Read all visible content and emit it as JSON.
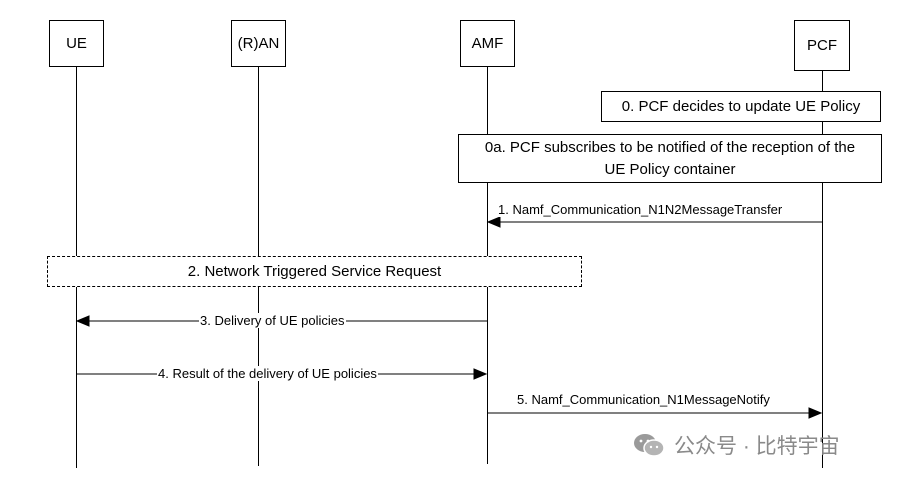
{
  "entities": [
    {
      "id": "ue",
      "label": "UE"
    },
    {
      "id": "ran",
      "label": "(R)AN"
    },
    {
      "id": "amf",
      "label": "AMF"
    },
    {
      "id": "pcf",
      "label": "PCF"
    }
  ],
  "notes": {
    "step0": "0. PCF decides to update UE Policy",
    "step0a_line1": "0a. PCF subscribes to be notified of the reception of the",
    "step0a_line2": "UE Policy container",
    "step2": "2. Network Triggered Service Request"
  },
  "messages": {
    "step1": "1. Namf_Communication_N1N2MessageTransfer",
    "step3": "3. Delivery of UE policies",
    "step4": "4. Result of the delivery of UE policies",
    "step5": "5. Namf_Communication_N1MessageNotify"
  },
  "watermark": {
    "text": "公众号 · 比特宇宙",
    "icon": "wechat-icon"
  }
}
